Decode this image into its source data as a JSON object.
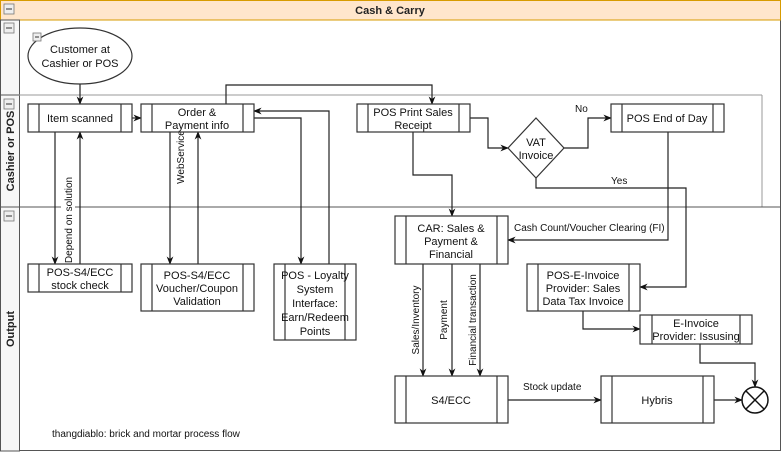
{
  "pool": {
    "title": "Cash & Carry",
    "title_fill": "#FFE6CC",
    "title_border": "#D79B00"
  },
  "lanes": [
    {
      "label": ""
    },
    {
      "label": "Cashier or POS"
    },
    {
      "label": "Output"
    }
  ],
  "nodes": {
    "customer": [
      "Customer at",
      "Cashier or POS"
    ],
    "item_scanned": [
      "Item scanned"
    ],
    "order_payment": [
      "Order &",
      "Payment info"
    ],
    "print_receipt": [
      "POS Print Sales",
      "Receipt"
    ],
    "vat_invoice": [
      "VAT",
      "Invoice"
    ],
    "end_of_day": [
      "POS End of Day"
    ],
    "stock_check": [
      "POS-S4/ECC",
      "stock check"
    ],
    "voucher": [
      "POS-S4/ECC",
      "Voucher/Coupon",
      "Validation"
    ],
    "loyalty": [
      "POS - Loyalty",
      "System",
      "Interface:",
      "Earn/Redeem",
      "Points"
    ],
    "car": [
      "CAR: Sales &",
      "Payment &",
      "Financial"
    ],
    "e_invoice_pos": [
      "POS-E-Invoice",
      "Provider: Sales",
      "Data Tax Invoice"
    ],
    "e_invoice_provider": [
      "E-Invoice",
      "Provider: Issusing"
    ],
    "s4ecc": [
      "S4/ECC"
    ],
    "hybris": [
      "Hybris"
    ]
  },
  "edge_labels": {
    "depend": "Depend on solution",
    "webservice": "WebService",
    "no": "No",
    "yes": "Yes",
    "cash_count": "Cash Count/Voucher Clearing (FI)",
    "sales_inventory": "Sales/Inventory",
    "payment": "Payment",
    "financial": "Financial transaction",
    "stock_update": "Stock update"
  },
  "footnote": "thangdiablo: brick and mortar process flow"
}
